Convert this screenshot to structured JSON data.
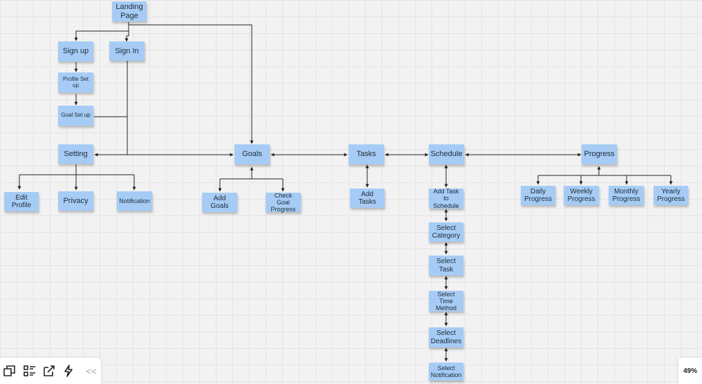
{
  "board": {
    "zoom": "49%",
    "note_color": "#a6ccf5",
    "line_color": "#222222",
    "background": "#f2f2f2"
  },
  "nodes": {
    "landing_page": "Landing Page",
    "sign_up": "Sign up",
    "sign_in": "Sign In",
    "profile_setup": "Profile Set up",
    "goal_setup": "Goal Set up",
    "setting": "Setting",
    "edit_profile": "Edit Profile",
    "privacy": "Privacy",
    "notification": "Notification",
    "goals": "Goals",
    "add_goals": "Add Goals",
    "check_goal_progress": "Check Goal Progress",
    "tasks": "Tasks",
    "add_tasks": "Add Tasks",
    "schedule": "Schedule",
    "add_task_to_schedule": "Add Task to Schedule",
    "select_category": "Select Category",
    "select_task": "Select Task",
    "select_time_method": "Select Time Method",
    "select_deadlines": "Select Deadlines",
    "select_notification": "Select Notification",
    "progress": "Progress",
    "daily_progress": "Daily Progress",
    "weekly_progress": "Weekly Progress",
    "monthly_progress": "Monthly Progress",
    "yearly_progress": "Yearly Progress"
  },
  "edges": [
    {
      "from": "landing_page",
      "to": "sign_up"
    },
    {
      "from": "landing_page",
      "to": "sign_in"
    },
    {
      "from": "landing_page",
      "to": "goals"
    },
    {
      "from": "sign_up",
      "to": "profile_setup"
    },
    {
      "from": "profile_setup",
      "to": "goal_setup"
    },
    {
      "from": "goal_setup",
      "to": "goals"
    },
    {
      "from": "sign_in",
      "to": "goals"
    },
    {
      "from": "goals",
      "to": "setting"
    },
    {
      "from": "setting",
      "to": "edit_profile"
    },
    {
      "from": "setting",
      "to": "privacy"
    },
    {
      "from": "setting",
      "to": "notification"
    },
    {
      "from": "goals",
      "to": "add_goals"
    },
    {
      "from": "goals",
      "to": "check_goal_progress"
    },
    {
      "from": "goals",
      "to": "tasks",
      "bidirectional": true
    },
    {
      "from": "tasks",
      "to": "add_tasks",
      "bidirectional": true
    },
    {
      "from": "tasks",
      "to": "schedule",
      "bidirectional": true
    },
    {
      "from": "schedule",
      "to": "progress",
      "bidirectional": true
    },
    {
      "from": "schedule",
      "to": "add_task_to_schedule",
      "bidirectional": true
    },
    {
      "from": "add_task_to_schedule",
      "to": "select_category",
      "bidirectional": true
    },
    {
      "from": "select_category",
      "to": "select_task",
      "bidirectional": true
    },
    {
      "from": "select_task",
      "to": "select_time_method",
      "bidirectional": true
    },
    {
      "from": "select_time_method",
      "to": "select_deadlines",
      "bidirectional": true
    },
    {
      "from": "select_deadlines",
      "to": "select_notification",
      "bidirectional": true
    },
    {
      "from": "progress",
      "to": "daily_progress"
    },
    {
      "from": "progress",
      "to": "weekly_progress"
    },
    {
      "from": "progress",
      "to": "monthly_progress"
    },
    {
      "from": "progress",
      "to": "yearly_progress"
    }
  ],
  "toolbar": {
    "tools": [
      {
        "name": "frames-icon"
      },
      {
        "name": "outline-icon"
      },
      {
        "name": "share-icon"
      },
      {
        "name": "lightning-icon"
      }
    ],
    "collapse_label": "<<"
  }
}
